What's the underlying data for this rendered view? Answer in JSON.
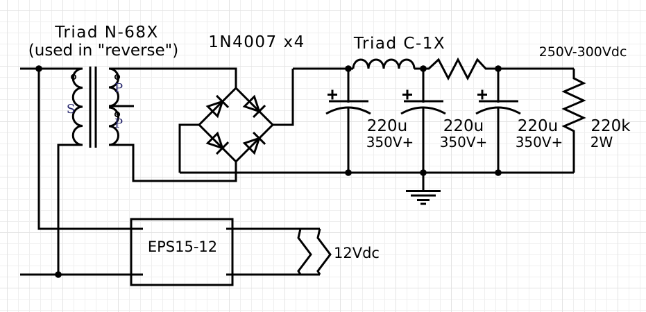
{
  "labels": {
    "transformer_title": "Triad N-68X",
    "transformer_subtitle": "(used in \"reverse\")",
    "rectifier": "1N4007 x4",
    "filter_choke": "Triad C-1X",
    "dc_output": "250V-300Vdc",
    "aux_module": "EPS15-12",
    "aux_output": "12Vdc"
  },
  "windings": {
    "secondary": "S",
    "primary_top": "P",
    "primary_bottom": "P"
  },
  "components": {
    "capacitors": [
      {
        "value": "220u",
        "rating": "350V+"
      },
      {
        "value": "220u",
        "rating": "350V+"
      },
      {
        "value": "220u",
        "rating": "350V+"
      }
    ],
    "bleeder_resistor": {
      "value": "220k",
      "power": "2W"
    }
  },
  "colors": {
    "wire": "#000000",
    "text": "#000000",
    "winding_label": "#28286e",
    "grid_minor": "#efefef",
    "grid_major": "#e3e3e3",
    "background": "#ffffff"
  }
}
